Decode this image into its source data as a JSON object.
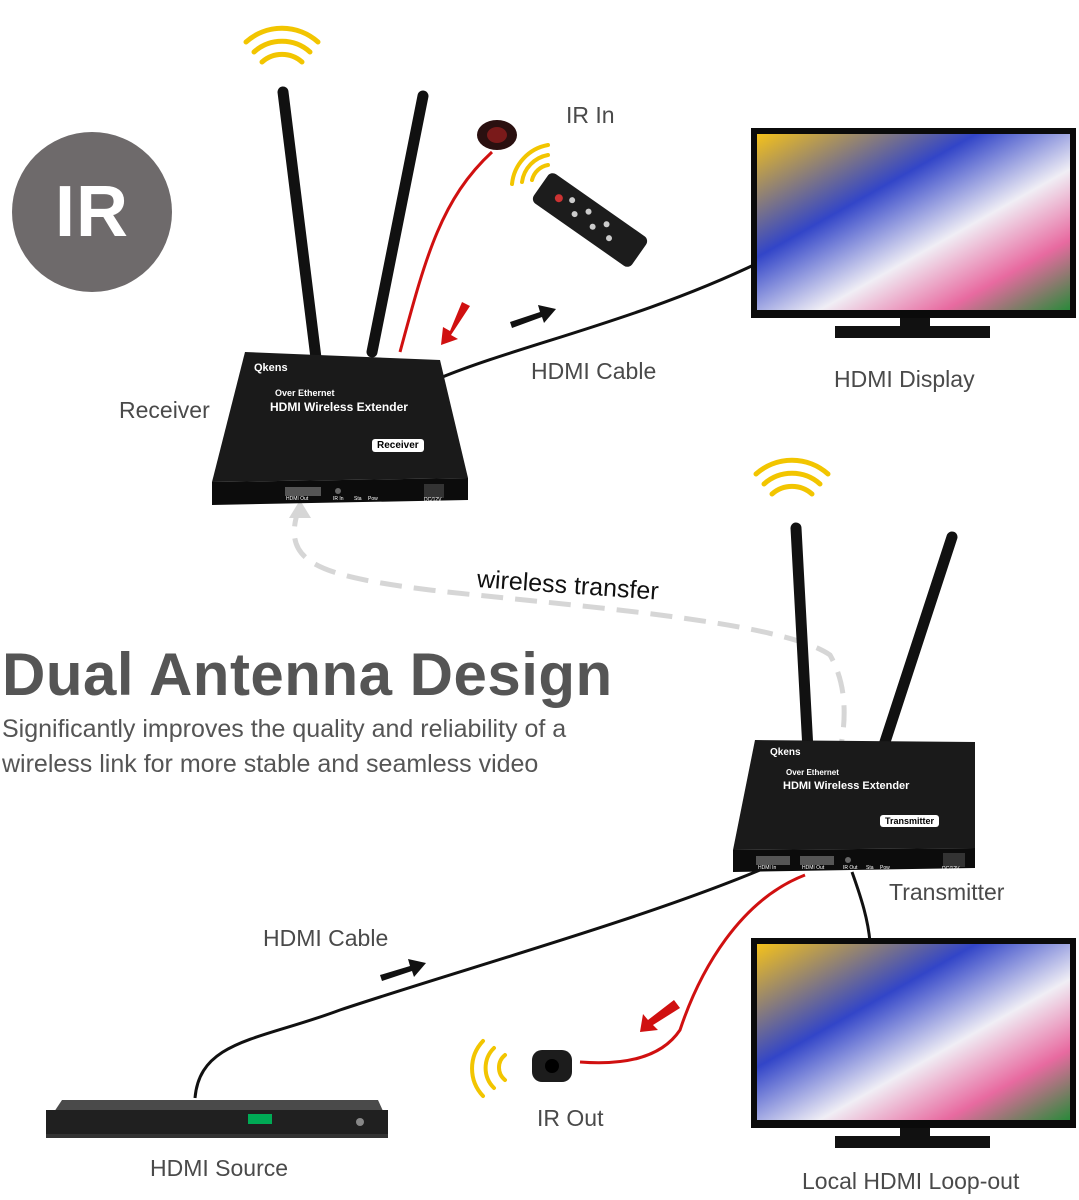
{
  "badge": {
    "text": "IR"
  },
  "labels": {
    "ir_in": "IR In",
    "hdmi_cable_top": "HDMI Cable",
    "hdmi_display": "HDMI Display",
    "receiver": "Receiver",
    "wireless_transfer": "wireless transfer",
    "transmitter": "Transmitter",
    "hdmi_cable_bottom": "HDMI Cable",
    "ir_out": "IR Out",
    "hdmi_source": "HDMI Source",
    "local_loop": "Local HDMI Loop-out"
  },
  "headline": "Dual Antenna Design",
  "subtext": "Significantly improves the quality and reliability of a wireless link for more stable and seamless video",
  "receiver_device": {
    "brand": "Qkens",
    "line1": "Over Ethernet",
    "line2": "HDMI Wireless  Extender",
    "badge": "Receiver",
    "ports": [
      "HDMI Out",
      "IR In",
      "Sta",
      "Pow",
      "DC/12V"
    ]
  },
  "transmitter_device": {
    "brand": "Qkens",
    "line1": "Over Ethernet",
    "line2": "HDMI Wireless  Extender",
    "badge": "Transmitter",
    "ports": [
      "HDMI In",
      "HDMI Out",
      "IR Out",
      "Sta",
      "Pow",
      "DC/12V"
    ]
  },
  "colors": {
    "badge_bg": "#6e6a6b",
    "wifi_signal": "#f2c500",
    "ir_cable": "#d01010",
    "arrow_red": "#d01010",
    "device": "#141414"
  }
}
